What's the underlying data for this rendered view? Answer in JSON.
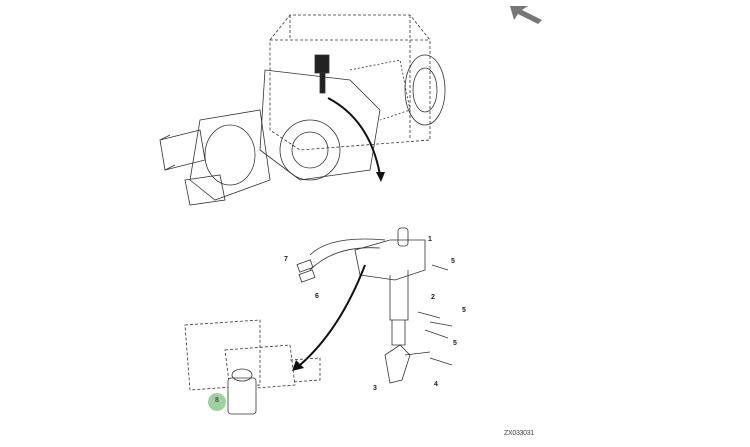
{
  "diagram": {
    "figure_id": "ZX033031",
    "callouts": [
      "1",
      "2",
      "3",
      "4",
      "5",
      "5",
      "5",
      "5",
      "6",
      "7"
    ],
    "highlighted_callout": "8",
    "highlight_color": "#8cc98c"
  },
  "navigation": {
    "back_icon": "back-arrow-icon"
  }
}
